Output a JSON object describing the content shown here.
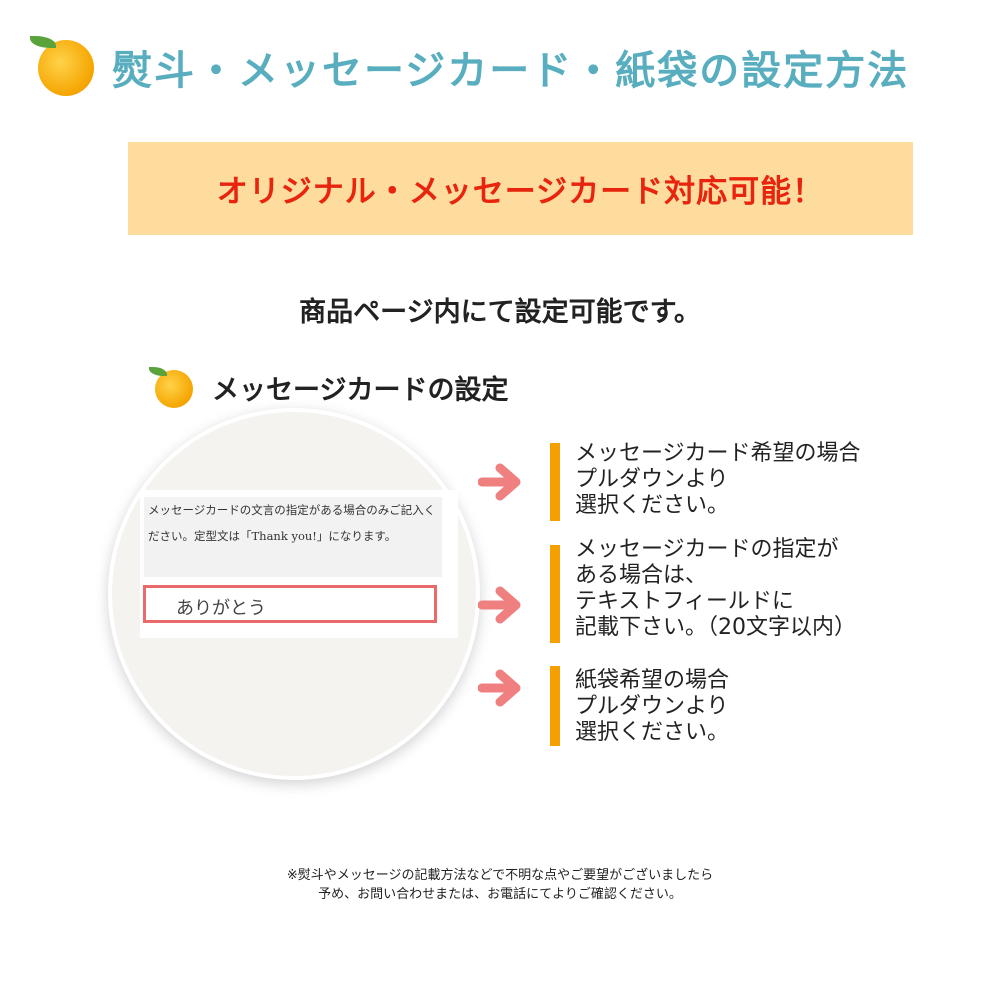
{
  "header": {
    "title": "熨斗・メッセージカード・紙袋の設定方法",
    "icon": "orange-icon"
  },
  "banner": {
    "text": "オリジナル・メッセージカード対応可能！"
  },
  "subtitle": "商品ページ内にて設定可能です。",
  "section": {
    "title": "メッセージカードの設定",
    "icon": "orange-icon"
  },
  "form": {
    "note": "メッセージカードの文言の指定がある場合のみご記入ください。定型文は「Thank you!」になります。",
    "input_value": "ありがとう"
  },
  "steps": [
    {
      "text": "メッセージカード希望の場合\nプルダウンより\n選択ください。"
    },
    {
      "text": "メッセージカードの指定が\nある場合は、\nテキストフィールドに\n記載下さい。（20文字以内）"
    },
    {
      "text": "紙袋希望の場合\nプルダウンより\n選択ください。"
    }
  ],
  "footer": {
    "line1": "※熨斗やメッセージの記載方法などで不明な点やご要望がございましたら",
    "line2": "予め、お問い合わせまたは、お電話にてよりご確認ください。"
  },
  "colors": {
    "title": "#58aebf",
    "banner_bg": "#fddc9d",
    "banner_text": "#e8240f",
    "arrow": "#f08080",
    "bar": "#f5a000"
  }
}
